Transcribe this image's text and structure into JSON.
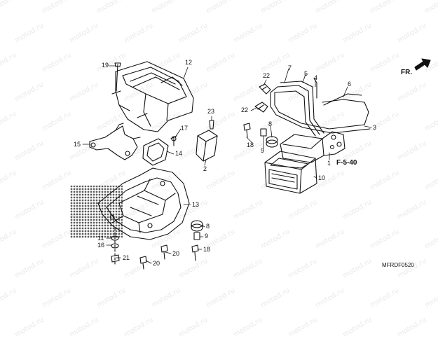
{
  "watermark": "motod.ru",
  "orientation_label": "FR.",
  "reference": "F-5-40",
  "diagram_code": "MFRDF0520",
  "parts": [
    "1",
    "2",
    "3",
    "4",
    "5",
    "6",
    "7",
    "8",
    "9",
    "10",
    "11",
    "12",
    "13",
    "14",
    "15",
    "16",
    "17",
    "18",
    "19",
    "20",
    "21",
    "22",
    "23"
  ],
  "callouts": {
    "p19": "19",
    "p12": "12",
    "p23": "23",
    "p17": "17",
    "p14": "14",
    "p15": "15",
    "p2": "2",
    "p13": "13",
    "p8": "8",
    "p9": "9",
    "p11": "11",
    "p16": "16",
    "p21": "21",
    "p20a": "20",
    "p20b": "20",
    "p18a": "18",
    "p22a": "22",
    "p22b": "22",
    "p7": "7",
    "p5": "5",
    "p4": "4",
    "p6": "6",
    "p3": "3",
    "p18b": "18",
    "p9b": "9",
    "p8b": "8",
    "p1": "1",
    "p10": "10"
  }
}
